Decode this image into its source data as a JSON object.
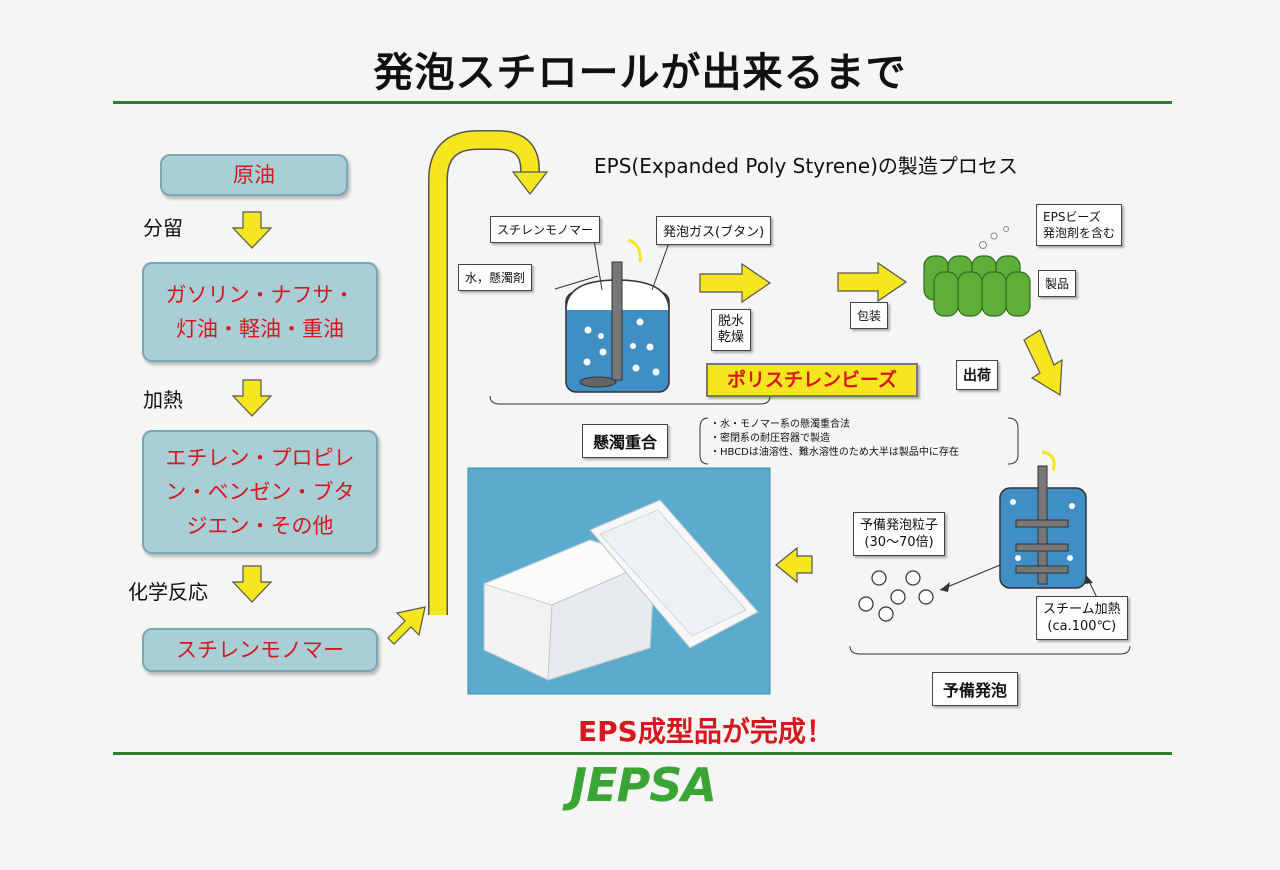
{
  "title": "発泡スチロールが出来るまで",
  "left_flow": {
    "crude": "原油",
    "step1": "分留",
    "products": [
      "ガソリン・ナフサ・",
      "灯油・軽油・重油"
    ],
    "step2": "加熱",
    "olefins": [
      "エチレン・プロピレ",
      "ン・ベンゼン・ブタ",
      "ジエン・その他"
    ],
    "step3": "化学反応",
    "monomer": "スチレンモノマー"
  },
  "process": {
    "heading": "EPS(Expanded Poly Styrene)の製造プロセス",
    "reactor_inputs": {
      "monomer": "スチレンモノマー",
      "blowing_gas": "発泡ガス(ブタン)",
      "water": "水，懸濁剤"
    },
    "dewater": [
      "脱水",
      "乾燥"
    ],
    "beads_label": "ポリスチレンビーズ",
    "polymerization": "懸濁重合",
    "notes": [
      "・水・モノマー系の懸濁重合法",
      "・密閉系の耐圧容器で製造",
      "・HBCDは油溶性、難水溶性のため大半は製品中に存在"
    ],
    "eps_beads": [
      "EPSビーズ",
      "発泡剤を含む"
    ],
    "package": "包装",
    "product": "製品",
    "shipping": "出荷",
    "pre_expanded": [
      "予備発泡粒子",
      "(30～70倍)"
    ],
    "steam": [
      "スチーム加熱",
      "(ca.100℃)"
    ],
    "pre_expansion": "予備発泡",
    "finished": "EPS成型品が完成！"
  },
  "footer": {
    "logo": "JEPSA"
  },
  "colors": {
    "rule_green": "#2e7d32",
    "box_fill": "#a9cfd6",
    "text_red": "#d8161d",
    "arrow_yellow": "#f5e61f",
    "beads_green": "#5fae3a",
    "logo_green": "#3aa535"
  }
}
